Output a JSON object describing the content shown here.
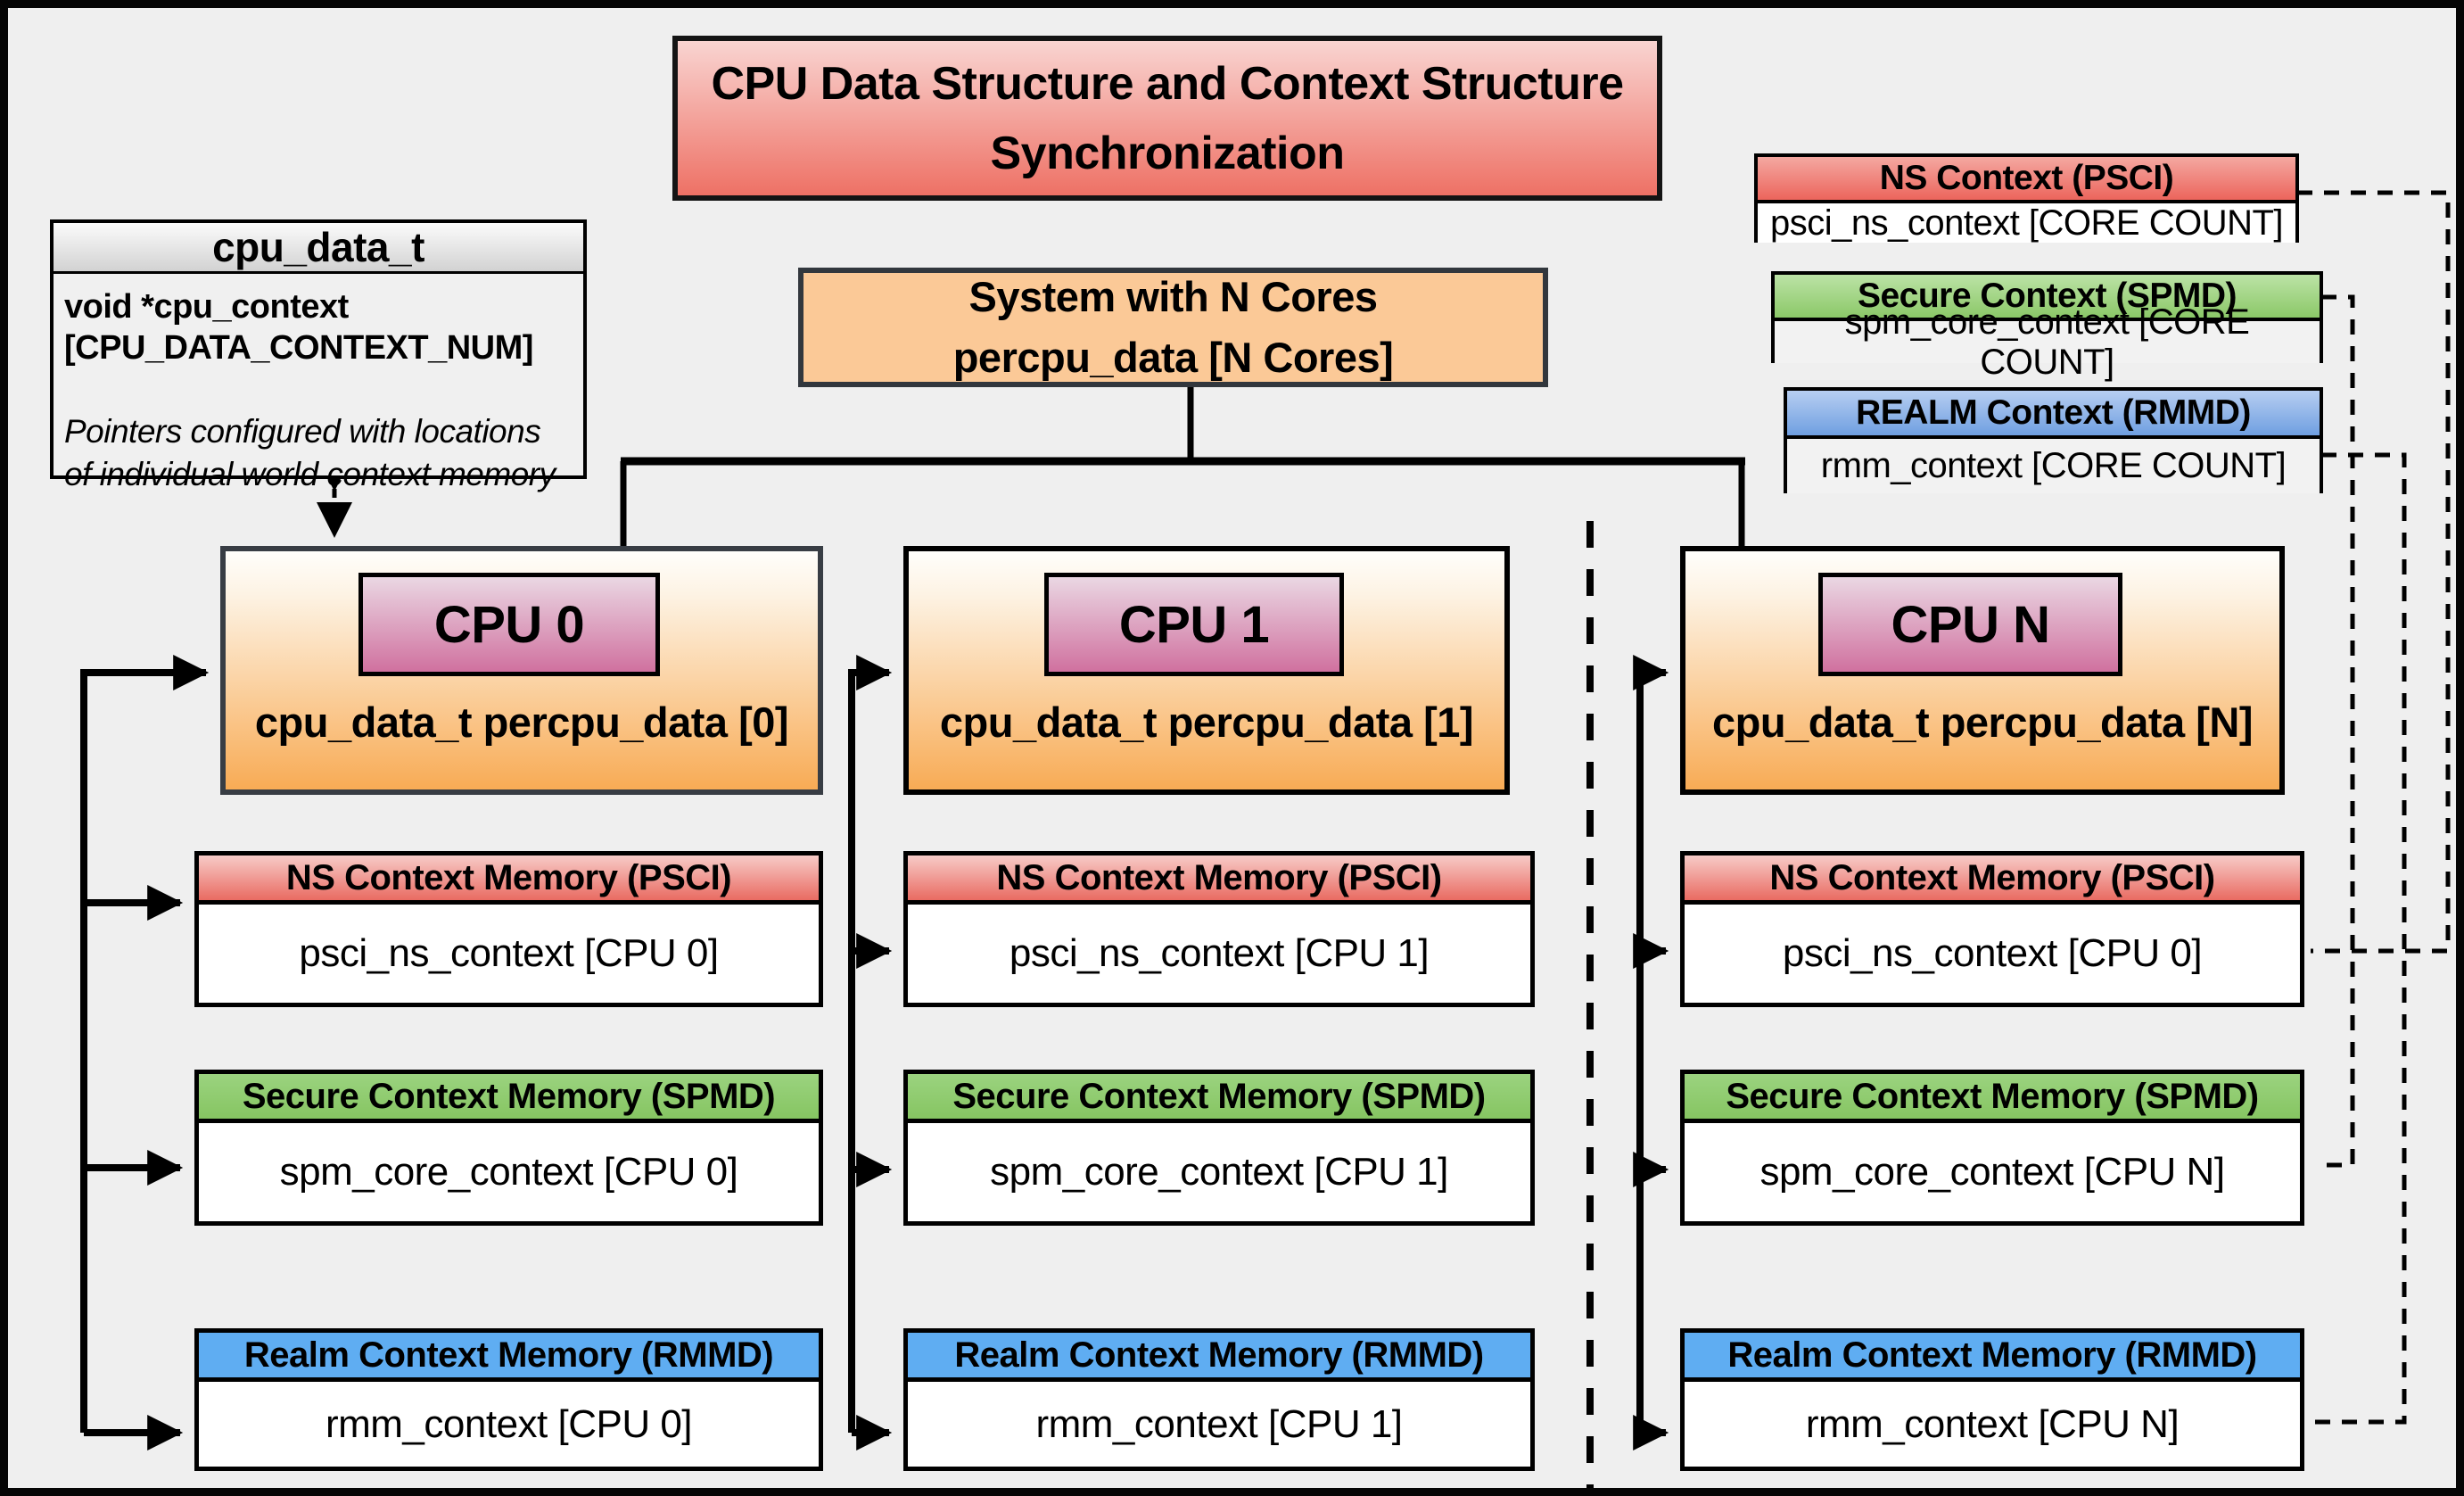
{
  "title": {
    "line1": "CPU Data Structure and Context Structure",
    "line2": "Synchronization"
  },
  "struct_box": {
    "header": "cpu_data_t",
    "field_line1": "void  *cpu_context",
    "field_line2": "[CPU_DATA_CONTEXT_NUM]",
    "note_line1": "Pointers configured with locations",
    "note_line2": "of individual world context memory"
  },
  "system_box": {
    "line1": "System with N Cores",
    "line2": "percpu_data [N Cores]"
  },
  "legend": {
    "ns": {
      "title": "NS Context  (PSCI)",
      "body": "psci_ns_context [CORE COUNT]"
    },
    "secure": {
      "title": "Secure Context (SPMD)",
      "body": "spm_core_context [CORE COUNT]"
    },
    "realm": {
      "title": "REALM Context (RMMD)",
      "body": "rmm_context [CORE COUNT]"
    }
  },
  "columns": [
    {
      "cpu_label": "CPU 0",
      "data_label": "cpu_data_t percpu_data [0]",
      "ns": {
        "title": "NS Context Memory (PSCI)",
        "body": "psci_ns_context [CPU 0]"
      },
      "secure": {
        "title": "Secure Context Memory (SPMD)",
        "body": "spm_core_context [CPU 0]"
      },
      "realm": {
        "title": "Realm Context Memory (RMMD)",
        "body": "rmm_context [CPU 0]"
      }
    },
    {
      "cpu_label": "CPU 1",
      "data_label": "cpu_data_t percpu_data [1]",
      "ns": {
        "title": "NS Context Memory (PSCI)",
        "body": "psci_ns_context [CPU 1]"
      },
      "secure": {
        "title": "Secure Context Memory (SPMD)",
        "body": "spm_core_context [CPU 1]"
      },
      "realm": {
        "title": "Realm Context Memory (RMMD)",
        "body": "rmm_context [CPU 1]"
      }
    },
    {
      "cpu_label": "CPU N",
      "data_label": "cpu_data_t percpu_data [N]",
      "ns": {
        "title": "NS Context Memory (PSCI)",
        "body": "psci_ns_context [CPU 0]"
      },
      "secure": {
        "title": "Secure Context Memory (SPMD)",
        "body": "spm_core_context [CPU N]"
      },
      "realm": {
        "title": "Realm Context Memory (RMMD)",
        "body": "rmm_context [CPU N]"
      }
    }
  ],
  "colors": {
    "background": "#efefef",
    "title_gradient_top": "#f9d4d1",
    "title_gradient_bottom": "#ee7165",
    "ns_red": "#e96b62",
    "secure_green": "#86c562",
    "realm_blue": "#5fadf2",
    "cpu_orange": "#f8ab55",
    "system_orange": "#fbc997",
    "cpu_pink": "#d0719f",
    "line_black": "#000000"
  }
}
